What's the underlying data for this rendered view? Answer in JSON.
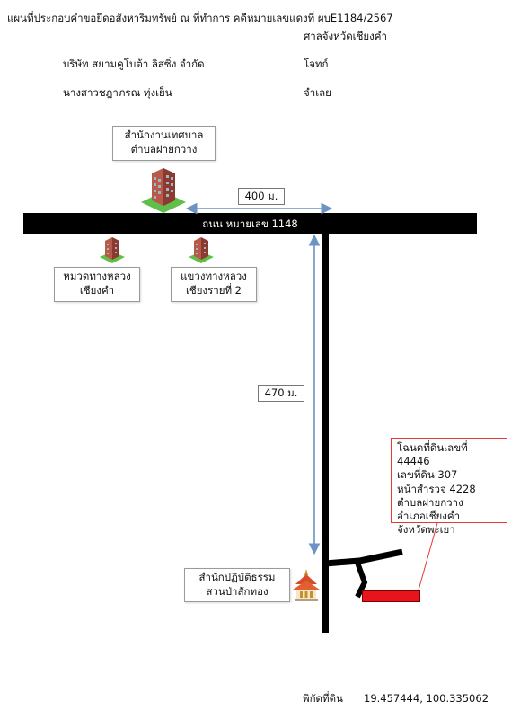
{
  "header": {
    "title": "แผนที่ประกอบคำขอยึดอสังหาริมทรัพย์ ณ ที่ทำการ คดีหมายเลขแดงที่ ผบE1184/2567",
    "court": "ศาลจังหวัดเชียงคำ",
    "plaintiff_name": "บริษัท สยามคูโบต้า ลิสซิ่ง จำกัด",
    "plaintiff_role": "โจทก์",
    "defendant_name": "นางสาวชฎาภรณ ทุ่งเย็น",
    "defendant_role": "จำเลย"
  },
  "map": {
    "road_label": "ถนน หมายเลข 1148",
    "distance_horizontal": "400 ม.",
    "distance_vertical": "470 ม.",
    "landmarks": {
      "municipal_office": [
        "สำนักงานเทศบาล",
        "ตำบลฝายกวาง"
      ],
      "highway_unit_left": [
        "หมวดทางหลวง",
        "เชียงคำ"
      ],
      "highway_unit_right": [
        "แขวงทางหลวง",
        "เชียงรายที่ 2"
      ],
      "temple": [
        "สำนักปฏิบัติธรรม",
        "สวนป่าสักทอง"
      ]
    },
    "property_info": [
      "โฉนดที่ดินเลขที่ 44446",
      "เลขที่ดิน 307",
      "หน้าสำรวจ 4228",
      "ตำบลฝายกวาง",
      "อำเภอเชียงคำ",
      "จังหวัดพะเยา"
    ],
    "coordinates_label": "พิกัดที่ดิน",
    "coordinates_value": "19.457444, 100.335062",
    "colors": {
      "road": "#000000",
      "plot": "#e8141b",
      "callout_border": "#e53935",
      "dimension_arrow": "#6b93c4"
    }
  }
}
